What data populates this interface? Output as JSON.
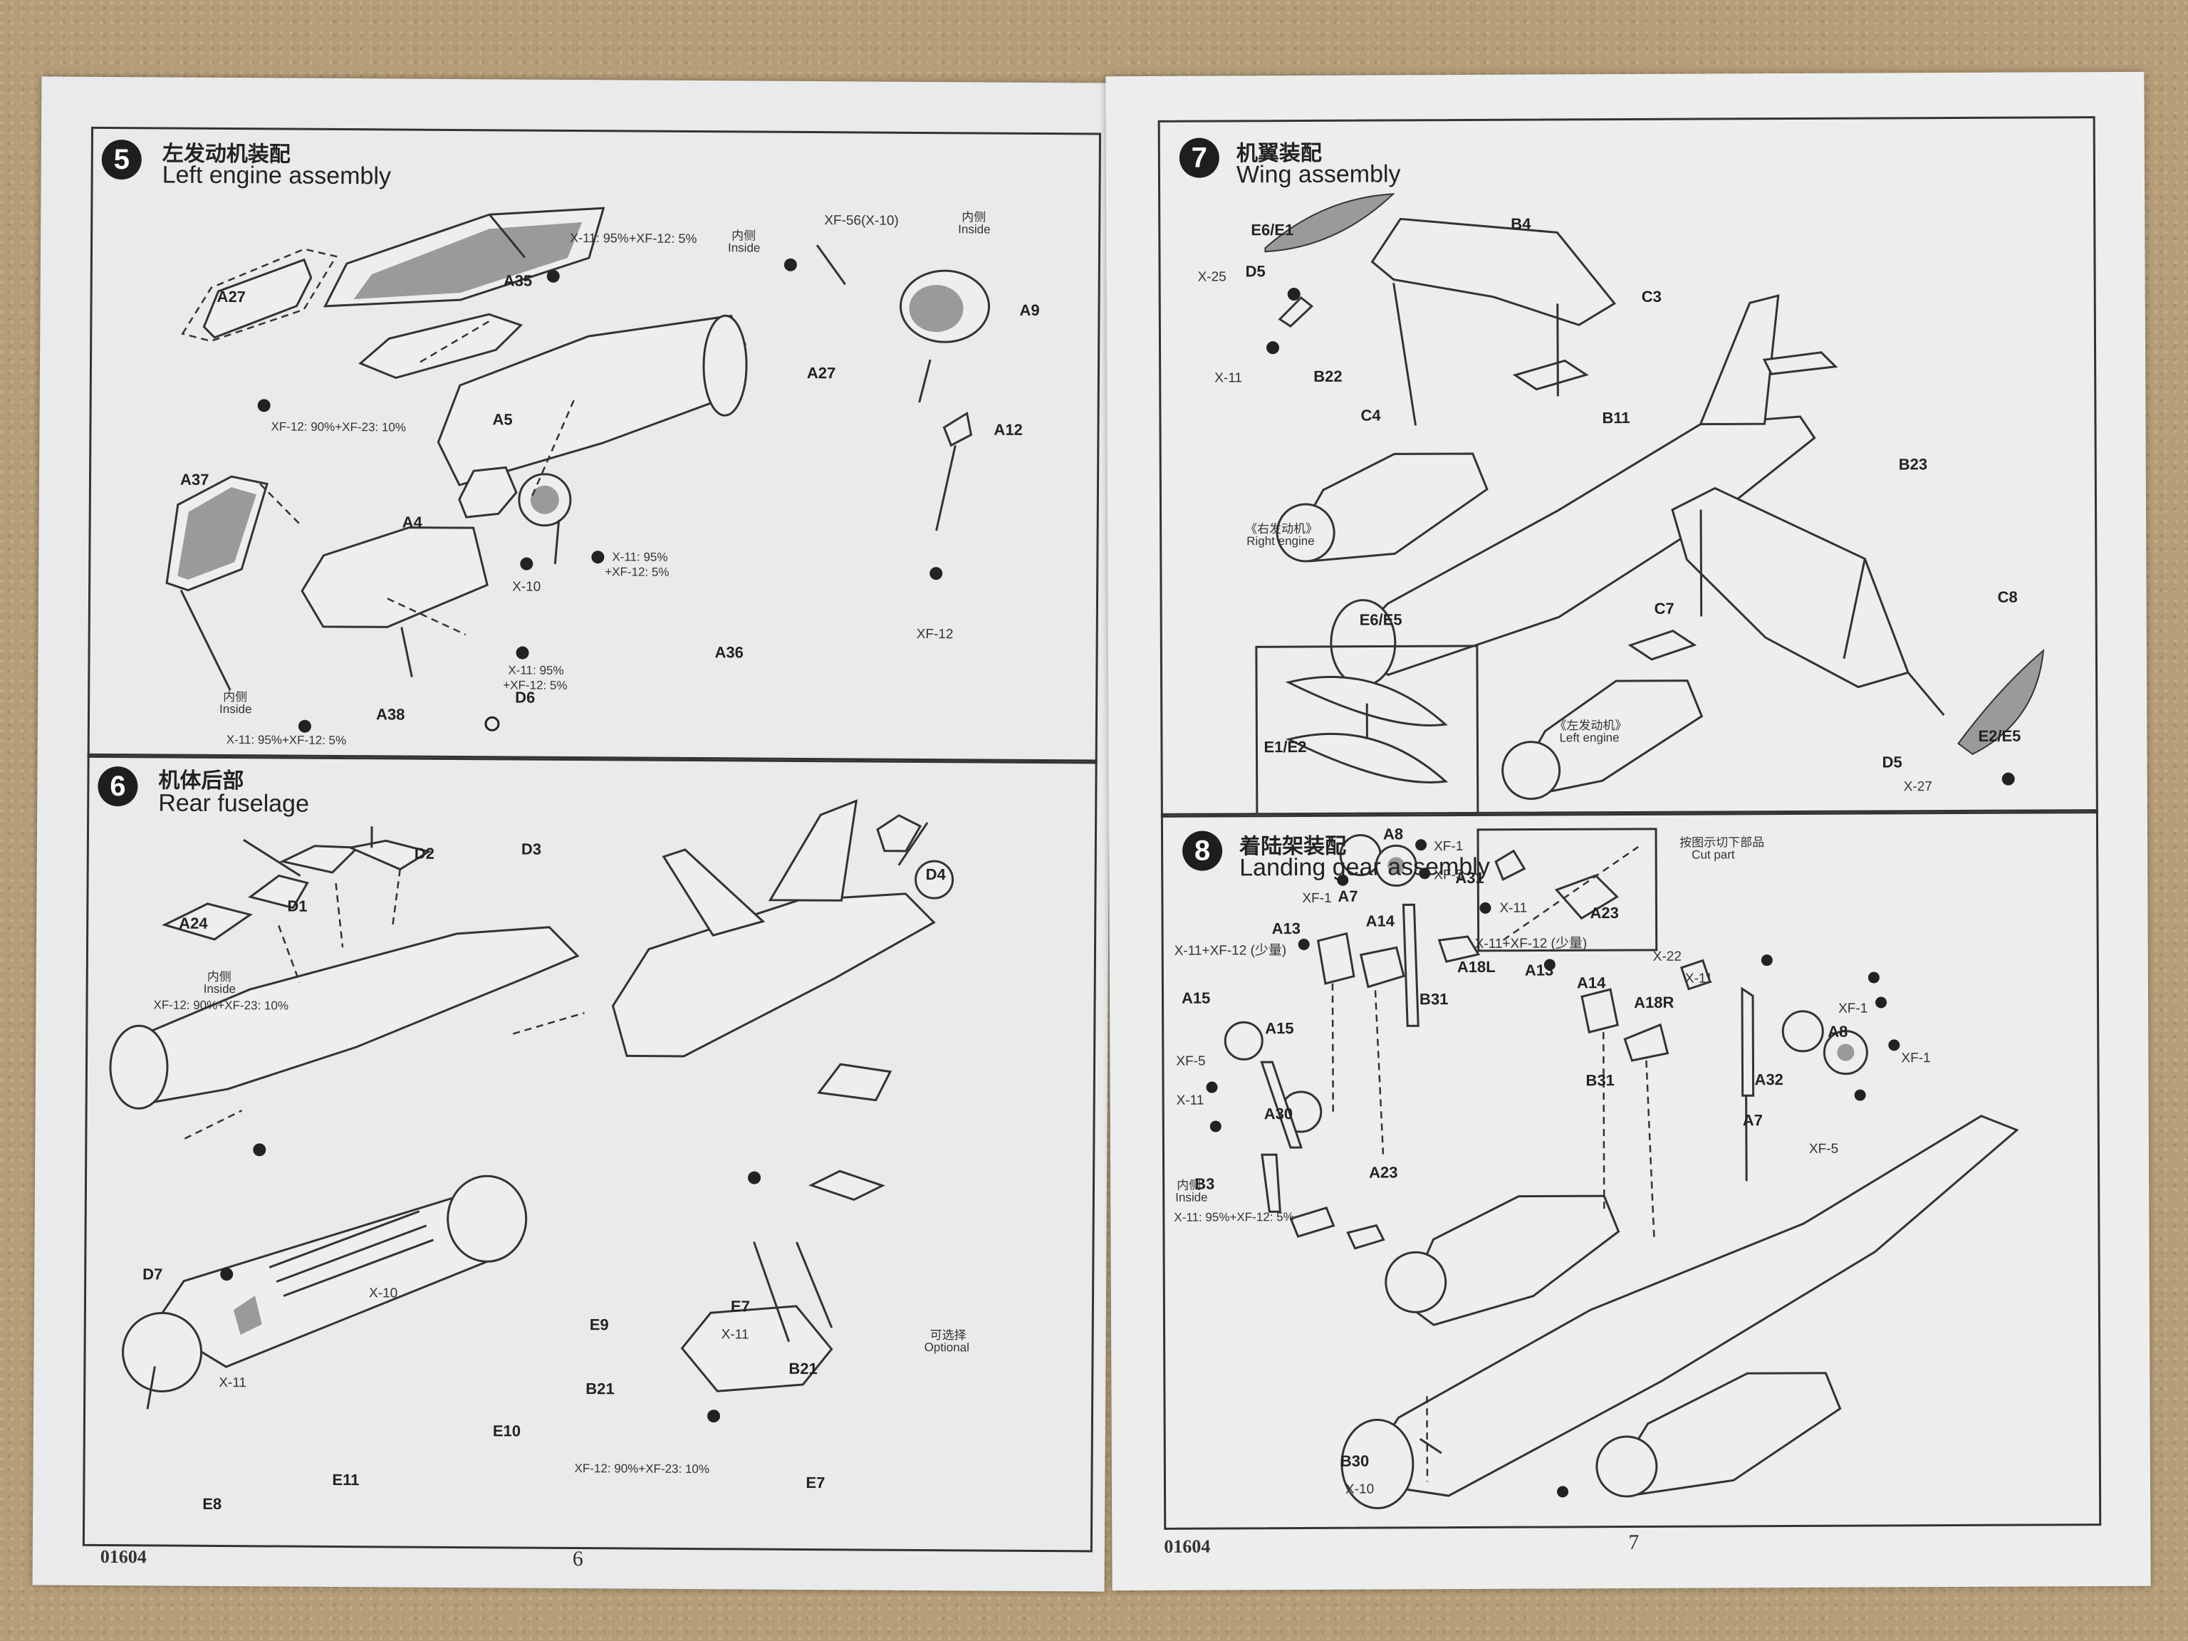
{
  "left_page": {
    "footer_code": "01604",
    "page_number": "6",
    "step5": {
      "number": "5",
      "title_zh": "左发动机装配",
      "title_en": "Left engine assembly",
      "labels": {
        "a27_top": "A27",
        "a35": "A35",
        "a27_mid": "A27",
        "a9": "A9",
        "a12": "A12",
        "a5": "A5",
        "a37": "A37",
        "a4": "A4",
        "a36": "A36",
        "a38": "A38",
        "d6": "D6"
      },
      "paint": {
        "xf56": "XF-56(X-10)",
        "xf56_inside_zh": "内侧",
        "xf56_inside_en": "Inside",
        "a35_mix": "X-11: 95%+XF-12: 5%",
        "a35_inside_zh": "内侧",
        "a35_inside_en": "Inside",
        "a27_mix": "XF-12: 90%+XF-23: 10%",
        "a5_x10": "X-10",
        "a5_mix1": "X-11: 95%",
        "a5_mix2": "+XF-12: 5%",
        "a4_mix1": "X-11: 95%",
        "a4_mix2": "+XF-12: 5%",
        "a12_xf12": "XF-12",
        "a37_inside_zh": "内侧",
        "a37_inside_en": "Inside",
        "a37_mix": "X-11: 95%+XF-12: 5%"
      }
    },
    "step6": {
      "number": "6",
      "title_zh": "机体后部",
      "title_en": "Rear fuselage",
      "labels": {
        "d2": "D2",
        "d3": "D3",
        "d1": "D1",
        "a24": "A24",
        "d4": "D4",
        "d7": "D7",
        "e9": "E9",
        "e7_top": "E7",
        "e10": "E10",
        "e11": "E11",
        "e8": "E8",
        "b21_left": "B21",
        "b21_right": "B21",
        "e7_bottom": "E7"
      },
      "paint": {
        "a24_inside_zh": "内侧",
        "a24_inside_en": "Inside",
        "a24_mix": "XF-12: 90%+XF-23: 10%",
        "x10": "X-10",
        "x11_left": "X-11",
        "x11_b21": "X-11",
        "optional_zh": "可选择",
        "optional_en": "Optional",
        "e7_mix": "XF-12: 90%+XF-23: 10%"
      }
    }
  },
  "right_page": {
    "footer_code": "01604",
    "page_number": "7",
    "step7": {
      "number": "7",
      "title_zh": "机翼装配",
      "title_en": "Wing assembly",
      "labels": {
        "e6e1": "E6/E1",
        "b4": "B4",
        "d5_top": "D5",
        "c3": "C3",
        "b22": "B22",
        "c4": "C4",
        "b11": "B11",
        "b23": "B23",
        "c7": "C7",
        "c8": "C8",
        "e2e5": "E2/E5",
        "d5_bottom": "D5",
        "inset_e6e5": "E6/E5",
        "inset_e1e2": "E1/E2"
      },
      "paint": {
        "x25": "X-25",
        "x11": "X-11",
        "x27": "X-27",
        "right_engine_zh": "《右发动机》",
        "right_engine_en": "Right engine",
        "left_engine_zh": "《左发动机》",
        "left_engine_en": "Left engine"
      }
    },
    "step8": {
      "number": "8",
      "title_zh": "着陆架装配",
      "title_en": "Landing gear assembly",
      "labels": {
        "a8_top": "A8",
        "a7_top": "A7",
        "a31": "A31",
        "a13_left": "A13",
        "a14_left": "A14",
        "a18l": "A18L",
        "a13_right": "A13",
        "a14_right": "A14",
        "a15_top": "A15",
        "a15_mid": "A15",
        "b31_top": "B31",
        "a18r": "A18R",
        "a8_right": "A8",
        "a32": "A32",
        "a7_right": "A7",
        "a30": "A30",
        "b31_mid": "B31",
        "b3": "B3",
        "a23_main": "A23",
        "b30": "B30",
        "a23_inset": "A23"
      },
      "paint": {
        "xf1_top": "XF-1",
        "xf5_top": "XF-5",
        "xf1_left": "XF-1",
        "x11_a31": "X-11",
        "a13_mix": "X-11+XF-12 (少量)",
        "a14_mix": "X-11+XF-12 (少量)",
        "x22": "X-22",
        "x11_right": "X-11",
        "xf1_right": "XF-1",
        "xf1_far": "XF-1",
        "xf5_left": "XF-5",
        "x11_left": "X-11",
        "xf5_bottom": "XF-5",
        "b3_inside_zh": "内侧",
        "b3_inside_en": "Inside",
        "b3_mix": "X-11: 95%+XF-12: 5%",
        "x10": "X-10",
        "cut_zh": "按图示切下部品",
        "cut_en": "Cut part"
      }
    }
  }
}
